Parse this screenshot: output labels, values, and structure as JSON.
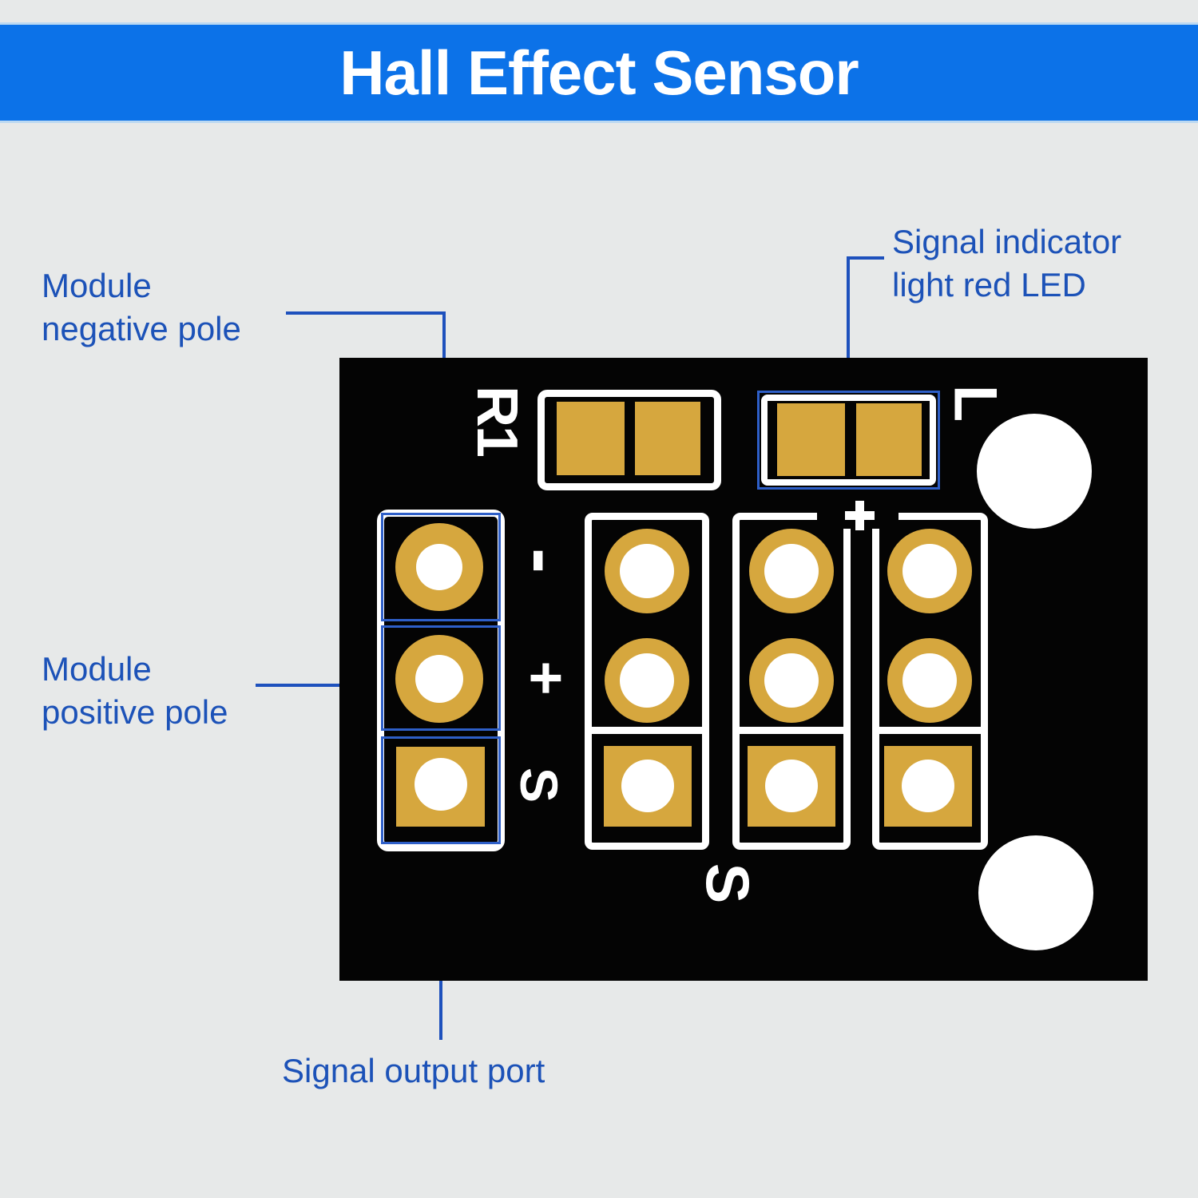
{
  "title": "Hall Effect Sensor",
  "labels": {
    "negative": {
      "line1": "Module",
      "line2": "negative pole"
    },
    "positive": {
      "line1": "Module",
      "line2": "positive pole"
    },
    "led": {
      "line1": "Signal indicator",
      "line2": "light red LED"
    },
    "signal": {
      "line1": "Signal output port"
    }
  },
  "silkscreen": {
    "r1": "R1",
    "led": "L",
    "minus": "-",
    "plus": "+",
    "signal": "S",
    "signal_bottom": "S",
    "plus_trace": "+"
  },
  "colors": {
    "banner_blue": "#0c72e8",
    "banner_edge": "#bcd9f2",
    "label_blue": "#1c52b8",
    "leader_blue": "#1e51bd",
    "annotation_blue": "#2e5fc8",
    "pad_gold": "#d6a73e",
    "board_black": "#040404",
    "background_gray": "#e7e9e9",
    "silkscreen_white": "#ffffff"
  }
}
